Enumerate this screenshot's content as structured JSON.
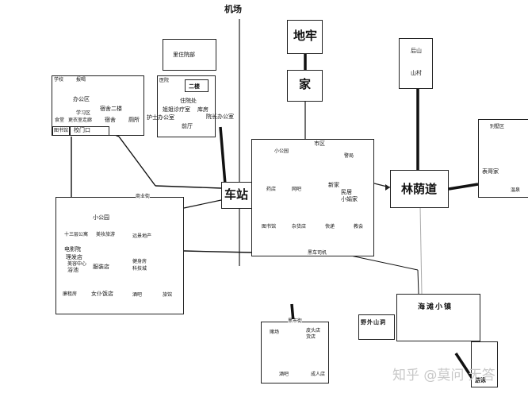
{
  "airport": "机场",
  "dungeon": "地牢",
  "home": "家",
  "lizhu": "里住院部",
  "school": {
    "title": "学校",
    "reporting": "报喝",
    "office": "办公区",
    "study": "学习区",
    "canteen": "食堂",
    "locker": "更衣室",
    "corridor": "走廊",
    "dorm2": "宿舍二楼",
    "dorm": "宿舍",
    "toilet": "厕所",
    "library": "图书馆",
    "gate": "校门口"
  },
  "hospital": {
    "title": "医院",
    "floor2": "二楼",
    "inpatient": "住院处",
    "treatment": "姐姐诊疗室",
    "storage": "库房",
    "nurse_office": "护士办公室",
    "dean_office": "院长办公室",
    "lobby": "前厅"
  },
  "back_mountain": "后山",
  "mountain_village": "山村",
  "villa": {
    "title": "别墅区",
    "cousin": "表哥家",
    "hot_spring": "温泉"
  },
  "station": "车站",
  "boulevard": "林荫道",
  "city": {
    "title": "市区",
    "small_park": "小公园",
    "police": "警局",
    "pharmacy": "药店",
    "internet_cafe": "网吧",
    "new_home": "新家",
    "residence": "民居",
    "xiaojuan": "小娟家",
    "library": "图书馆",
    "grocery": "杂货店",
    "express": "快递",
    "church": "教会",
    "black_taxi": "黑车司机"
  },
  "commercial": {
    "title": "商业街",
    "small_park": "小公园",
    "apartment13": "十三层公寓",
    "beauty_salon": "美妆旅游",
    "real_estate": "远景地产",
    "cinema": "电影院",
    "barber": "理发店",
    "beauty_center": "美容中心",
    "bath": "浴池",
    "clothing": "服装店",
    "gym": "健身房",
    "tech_city": "科技城",
    "rental": "廉租房",
    "maid_restaurant": "女仆饭店",
    "bar": "酒吧",
    "hotel": "旅馆"
  },
  "black_market": {
    "title": "黑市街",
    "casino": "赌场",
    "thug_shop": "皮头店",
    "goods_shop": "货店",
    "bar": "酒吧",
    "adult_shop": "成人店"
  },
  "beach_town": "海滩小镇",
  "wilderness": "野外山洞",
  "swimming": "游泳",
  "watermark": "知乎 @莫问 无答"
}
